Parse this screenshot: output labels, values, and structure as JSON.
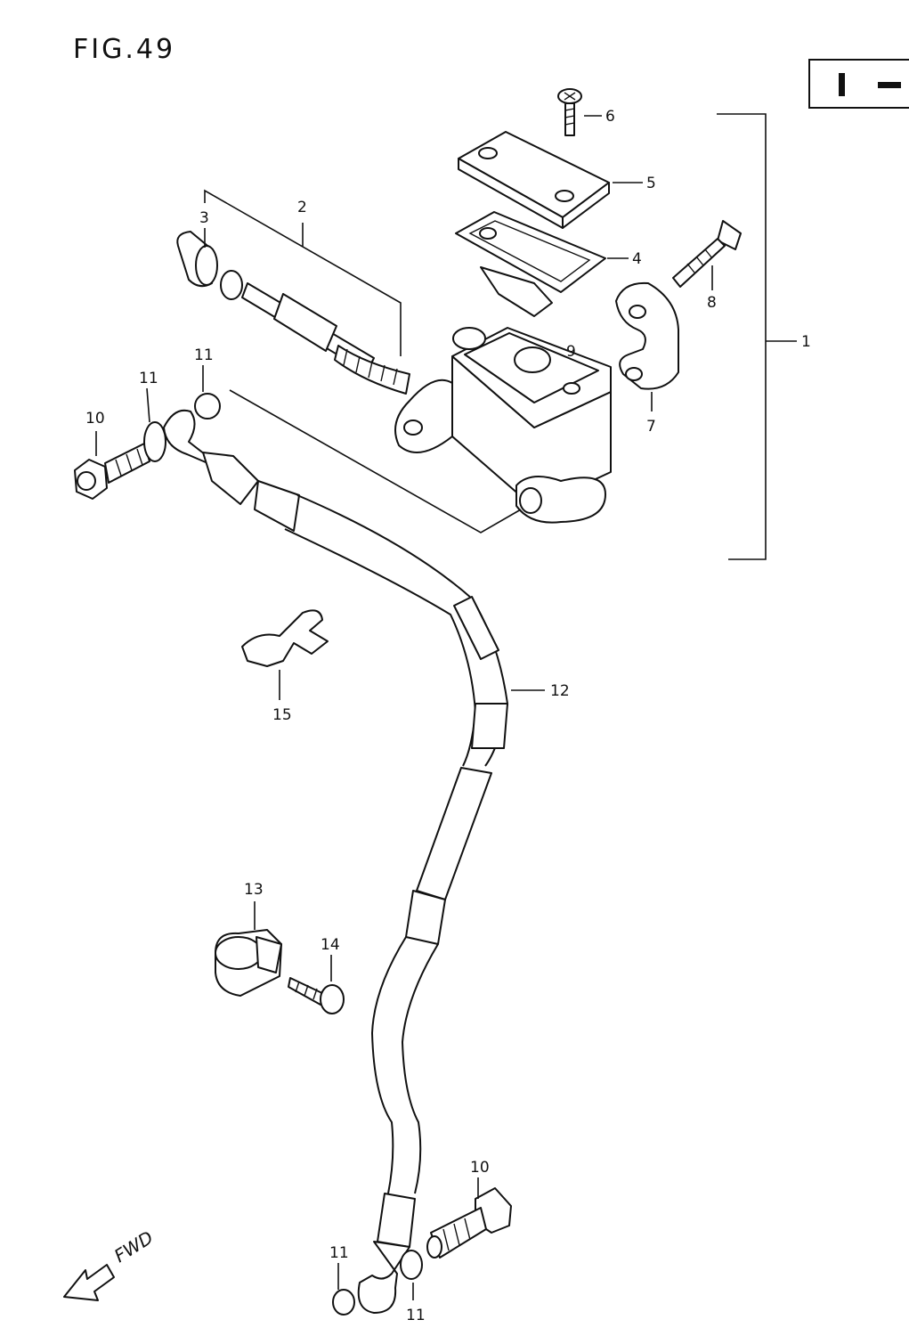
{
  "figure": {
    "title": "FIG.49"
  },
  "callouts": {
    "c1": "1",
    "c2": "2",
    "c3": "3",
    "c4": "4",
    "c5": "5",
    "c6": "6",
    "c7": "7",
    "c8": "8",
    "c9": "9",
    "c10a": "10",
    "c10b": "10",
    "c11a": "11",
    "c11b": "11",
    "c11c": "11",
    "c11d": "11",
    "c12": "12",
    "c13": "13",
    "c14": "14",
    "c15": "15"
  },
  "direction": {
    "label": "FWD"
  },
  "badge_icons": [
    "bar-icon",
    "dash-icon"
  ]
}
